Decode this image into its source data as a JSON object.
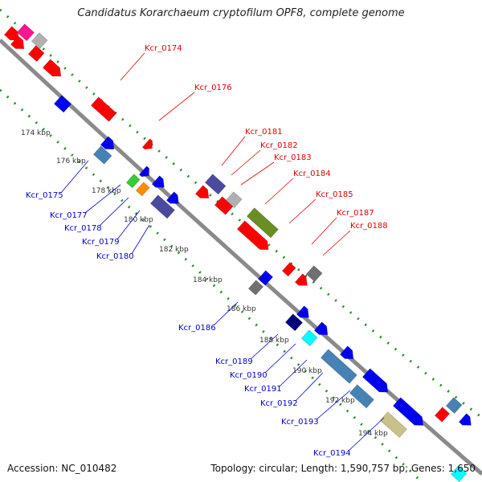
{
  "title": "Candidatus Korarchaeum cryptofilum OPF8, complete genome",
  "footer": {
    "accession": "Accession: NC_010482",
    "topology": "Topology: circular; Length: 1,590,757 bp; Genes: 1,650"
  },
  "colors": {
    "backbone": "#8a8a8a",
    "tick_dots": "#228b22",
    "forward_label": "#e00000",
    "reverse_label": "#0000cc",
    "forward_gene": "#ff0000",
    "reverse_gene": "#0000ee",
    "gray_gene": "#b0b0b0",
    "dark_gray_gene": "#707070",
    "slate_gene": "#4a4aa0",
    "olive_gene": "#6b8e23",
    "steel_gene": "#4682b4",
    "khaki_gene": "#c8c28a",
    "navy_gene": "#00007a",
    "cyan_gene": "#00ffff",
    "magenta_gene": "#ff1493",
    "green_gene": "#33cc33",
    "orange_gene": "#ff8c00"
  },
  "ticks": [
    "174 kbp",
    "176 kbp",
    "178 kbp",
    "180 kbp",
    "182 kbp",
    "184 kbp",
    "186 kbp",
    "188 kbp",
    "190 kbp",
    "192 kbp",
    "194 kbp"
  ],
  "forward_labels": [
    "Kcr_0174",
    "Kcr_0176",
    "Kcr_0181",
    "Kcr_0182",
    "Kcr_0183",
    "Kcr_0184",
    "Kcr_0185",
    "Kcr_0187",
    "Kcr_0188"
  ],
  "reverse_labels": [
    "Kcr_0175",
    "Kcr_0177",
    "Kcr_0178",
    "Kcr_0179",
    "Kcr_0180",
    "Kcr_0186",
    "Kcr_0189",
    "Kcr_0190",
    "Kcr_0191",
    "Kcr_0192",
    "Kcr_0193",
    "Kcr_0194"
  ]
}
